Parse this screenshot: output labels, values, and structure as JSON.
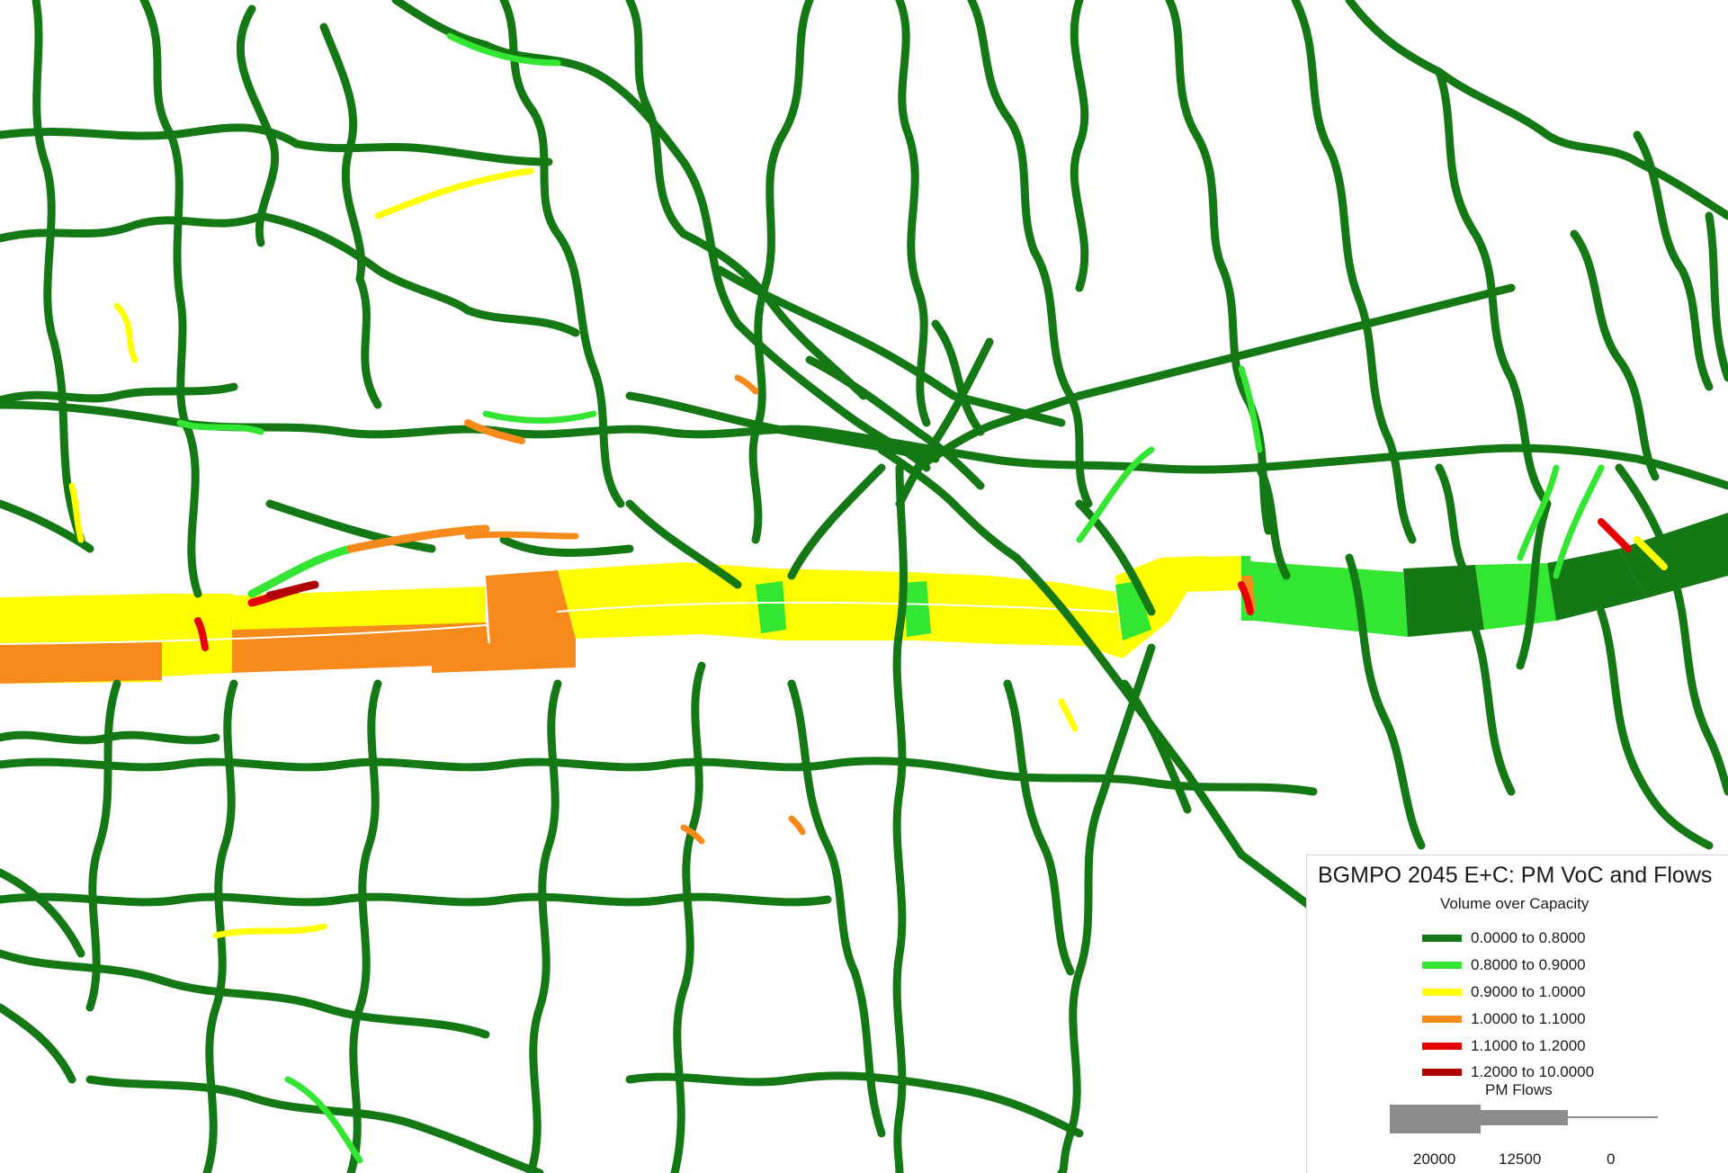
{
  "map": {
    "colors": {
      "background": "#ffffff",
      "voc_0": "#147814",
      "voc_1": "#32e632",
      "voc_2": "#ffff00",
      "voc_3": "#f88a1c",
      "voc_4": "#e60000",
      "voc_5": "#b00000"
    }
  },
  "legend": {
    "title": "BGMPO 2045 E+C: PM VoC and Flows",
    "subtitle": "Volume over Capacity",
    "items": [
      {
        "label": "0.0000 to 0.8000",
        "color": "#147814"
      },
      {
        "label": "0.8000 to 0.9000",
        "color": "#32e632"
      },
      {
        "label": "0.9000 to 1.0000",
        "color": "#ffff00"
      },
      {
        "label": "1.0000 to 1.1000",
        "color": "#f88a1c"
      },
      {
        "label": "1.1000 to 1.2000",
        "color": "#e60000"
      },
      {
        "label": "1.2000 to 10.0000",
        "color": "#b00000"
      }
    ],
    "flows_title": "PM Flows",
    "flow_ticks": [
      "20000",
      "12500",
      "0"
    ],
    "flow_color": "#8c8c8c"
  }
}
